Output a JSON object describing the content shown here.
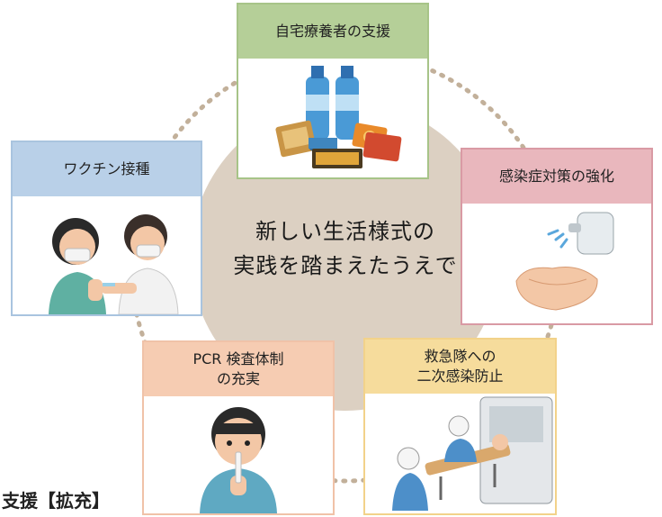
{
  "center": {
    "line1": "新しい生活様式の",
    "line2": "実践を踏まえたうえで"
  },
  "cards": {
    "home_care": {
      "title": "自宅療養者の支援",
      "icon": "water-bottles-food-icon",
      "color": "#a7c488"
    },
    "vaccine": {
      "title": "ワクチン接種",
      "icon": "vaccination-icon",
      "color": "#a9c4df"
    },
    "infection_control": {
      "title": "感染症対策の強化",
      "icon": "hand-sanitizer-icon",
      "color": "#d99aa4"
    },
    "pcr": {
      "line1": "PCR 検査体制",
      "line2": "の充実",
      "icon": "pcr-test-icon",
      "color": "#f0c2a8"
    },
    "ambulance": {
      "line1": "救急隊への",
      "line2": "二次感染防止",
      "icon": "ambulance-stretcher-icon",
      "color": "#f2d28a"
    }
  },
  "footer": {
    "label": "支援【拡充】"
  },
  "colors": {
    "center_disc": "#dcd0c2",
    "dotted_ring": "#c2b09a"
  }
}
